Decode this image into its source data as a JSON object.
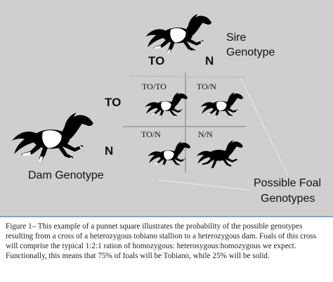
{
  "sire": {
    "label_line1": "Sire",
    "label_line2": "Genotype",
    "allele_1": "TO",
    "allele_2": "N"
  },
  "dam": {
    "label": "Dam Genotype",
    "allele_1": "TO",
    "allele_2": "N"
  },
  "foals": {
    "label_line1": "Possible Foal",
    "label_line2": "Genotypes",
    "cells": [
      "TO/TO",
      "TO/N",
      "TO/N",
      "N/N"
    ]
  },
  "caption": "Figure 1– This example of a punnet square illustrates the probability of the possible genotypes resulting from a cross of a heterozygous tobiano stallion to a heterozygous dam.  Foals of this cross will comprise the typical 1:2:1 ration of homozygous: heterosygous:homozygous we expect. Functionally, this means that 75% of foals will be Tobiano, while 25% will be solid.",
  "colors": {
    "background": "#cfcfcf",
    "horse": "#000000",
    "white_patch": "#ffffff",
    "grid_line": "#7a7a7a"
  },
  "icons": {
    "horse": "galloping-horse-icon",
    "tobiano_horse": "tobiano-horse-icon",
    "solid_horse": "solid-horse-icon"
  }
}
